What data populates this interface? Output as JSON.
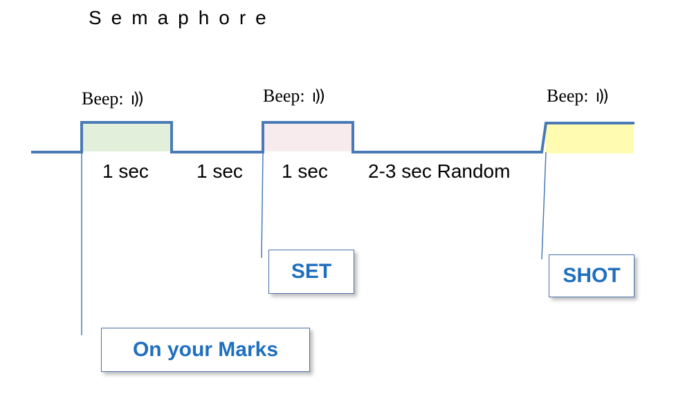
{
  "title": "Semaphore",
  "beep_label": "Beep:",
  "sound_icon": "sound-waves-icon",
  "durations": [
    "1 sec",
    "1 sec",
    "1 sec",
    "2-3 sec Random"
  ],
  "callouts": {
    "on_your_marks": "On your Marks",
    "set": "SET",
    "shot": "SHOT"
  },
  "colors": {
    "signal_line": "#4a7ab5",
    "pulse_1": "#e2efda",
    "pulse_2": "#f8ebee",
    "pulse_3": "#fffbb0",
    "callout_text": "#1f6fbf"
  }
}
